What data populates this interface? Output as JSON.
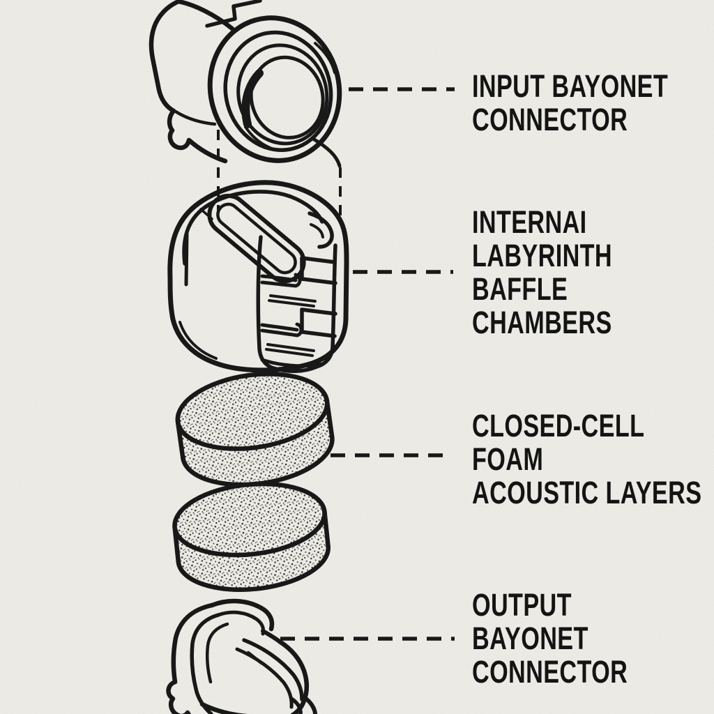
{
  "page": {
    "background_color": "#f5f4ee",
    "line_color": "#1a1a1a",
    "text_color": "#141414"
  },
  "diagram": {
    "style": "exploded-view line illustration",
    "labels": [
      {
        "id": "input-bayonet-connector",
        "lines": [
          "INPUT BAYONET",
          "CONNECTOR"
        ]
      },
      {
        "id": "internal-labyrinth-baffle-chambers",
        "lines": [
          "INTERNAI",
          "LABYRINTH",
          "BAFFLE",
          "CHAMBERS"
        ]
      },
      {
        "id": "closed-cell-foam-acoustic-layers",
        "lines": [
          "CLOSED-CELL",
          "FOAM",
          "ACOUSTIC LAYERS"
        ]
      },
      {
        "id": "output-bayonet-connector",
        "lines": [
          "OUTPUT",
          "BAYONET",
          "CONNECTOR"
        ]
      }
    ]
  }
}
